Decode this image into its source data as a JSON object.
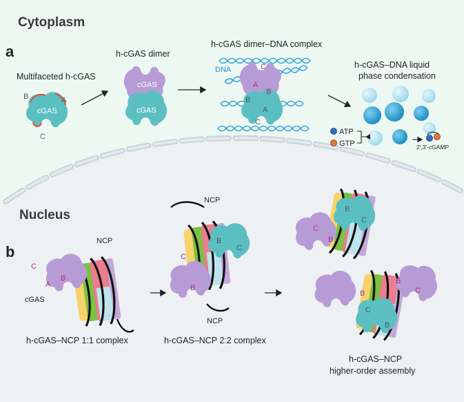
{
  "sections": {
    "cytoplasm": "Cytoplasm",
    "nucleus": "Nucleus"
  },
  "panels": {
    "a": "a",
    "b": "b"
  },
  "panel_a": {
    "multifaceted": "Multifaceted h-cGAS",
    "dimer": "h-cGAS dimer",
    "dimer_dna": "h-cGAS dimer–DNA complex",
    "condensation_line1": "h-cGAS–DNA liquid",
    "condensation_line2": "phase condensation",
    "cgas": "cGAS",
    "dna": "DNA",
    "face_a": "A",
    "face_b": "B",
    "face_c": "C",
    "atp": "ATP",
    "gtp": "GTP",
    "cgamp": "2′,3′-cGAMP"
  },
  "panel_b": {
    "ncp": "NCP",
    "cgas": "cGAS",
    "face_a": "A",
    "face_b": "B",
    "face_c": "C",
    "complex_11": "h-cGAS–NCP 1:1 complex",
    "complex_22": "h-cGAS–NCP 2:2 complex",
    "higher_line1": "h-cGAS–NCP",
    "higher_line2": "higher-order assembly"
  },
  "colors": {
    "cytoplasm_bg": "#eef8f3",
    "nucleus_bg": "#eef1f3",
    "cgas_teal": "#5bbfc2",
    "cgas_purple": "#b79bd6",
    "dna_blue": "#3aa7d8",
    "histone_yellow": "#f6d36b",
    "histone_green": "#7cc142",
    "histone_pink": "#ec7c8f",
    "histone_lavender": "#c4a8dc",
    "histone_lightblue": "#bfe3ec",
    "face_mark_red": "#e0503a",
    "label_magenta": "#b0307f",
    "atp_blue": "#2f6fb8",
    "gtp_orange": "#e0773a"
  }
}
